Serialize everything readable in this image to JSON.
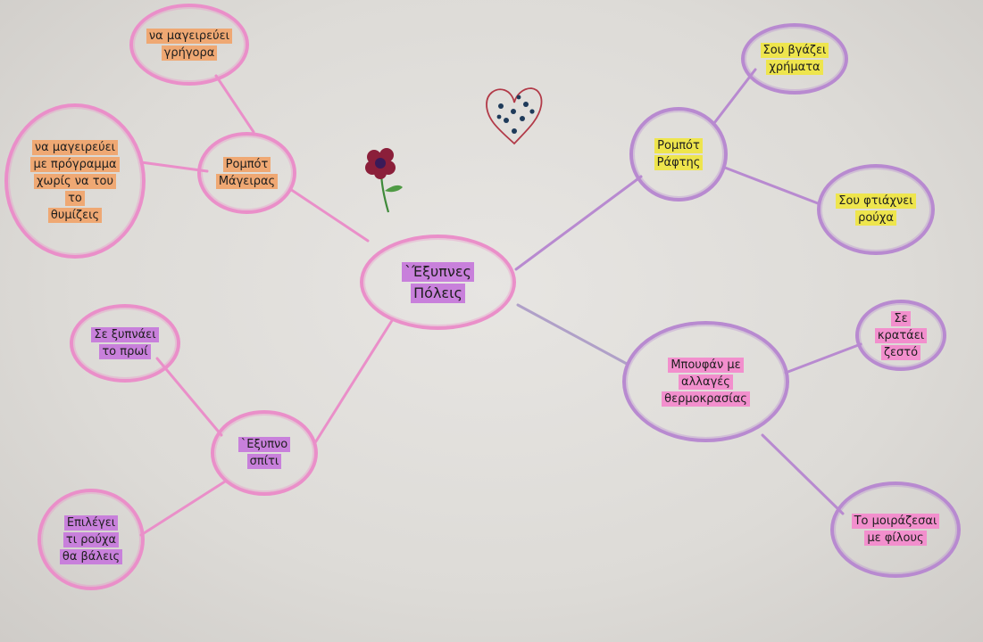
{
  "center": {
    "lines": [
      "`Έξυπνες",
      "Πόλεις"
    ]
  },
  "branches": {
    "cook": {
      "label": [
        "Ρομπότ",
        "Μάγειρας"
      ],
      "leaves": [
        [
          "να μαγειρεύει",
          "γρήγορα"
        ],
        [
          "να μαγειρεύει",
          "με πρόγραμμα",
          "χωρίς να του",
          "το",
          "θυμίζεις"
        ]
      ]
    },
    "house": {
      "label": [
        "`Εξυπνο",
        "σπίτι"
      ],
      "leaves": [
        [
          "Σε ξυπνάει",
          "το πρωί"
        ],
        [
          "Επιλέγει",
          "τι ρούχα",
          "θα βάλεις"
        ]
      ]
    },
    "tailor": {
      "label": [
        "Ρομπότ",
        "Ράφτης"
      ],
      "leaves": [
        [
          "Σου βγάζει",
          "χρήματα"
        ],
        [
          "Σου φτιάχνει",
          "ρούχα"
        ]
      ]
    },
    "clothes": {
      "label": [
        "Μπουφάν με",
        "αλλαγές",
        "θερμοκρασίας"
      ],
      "leaves": [
        [
          "Σε",
          "κρατάει",
          "ζεστό"
        ],
        [
          "Το μοιράζεσαι",
          "με φίλους"
        ]
      ]
    }
  },
  "colors": {
    "pink_outline": "#ea8fc9",
    "violet_outline": "#b88ad0",
    "orange_highlight": "#efa873",
    "yellow_highlight": "#eee54d",
    "purple_highlight": "#c880db",
    "pink_highlight": "#f28fcd"
  },
  "decorations": [
    "heart-icon",
    "flower-icon"
  ]
}
